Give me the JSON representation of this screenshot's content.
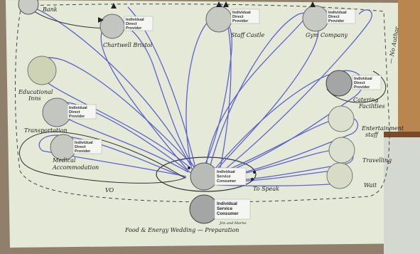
{
  "card_lines": [
    "Individual",
    "Direct",
    "Provider"
  ],
  "center_card_lines": [
    "Individual",
    "Service",
    "Consumer"
  ],
  "bottom_card_lines": [
    "Individual",
    "Service",
    "Consumer"
  ],
  "bottom_card_sub": "Jim and Marne",
  "labels": {
    "top_left": "Bank",
    "chartwell": "Chartwell Bristol",
    "top_center": "Staff Castle",
    "top_right": "Gym Company",
    "right_vertical": "— No Author",
    "left_1": "Educational",
    "left_1b": "Inns",
    "left_2": "Transportation",
    "left_3": "Medical",
    "left_3b": "Accommodation",
    "right_1": "Catering",
    "right_1b": "Facilities",
    "right_2": "Entertainment",
    "right_2b": "staff",
    "right_3": "Travelling",
    "right_4": "Wait",
    "vo": "VO",
    "to_speak": "To Speak",
    "bottom": "Food & Energy  Wedding  — Preparation"
  }
}
